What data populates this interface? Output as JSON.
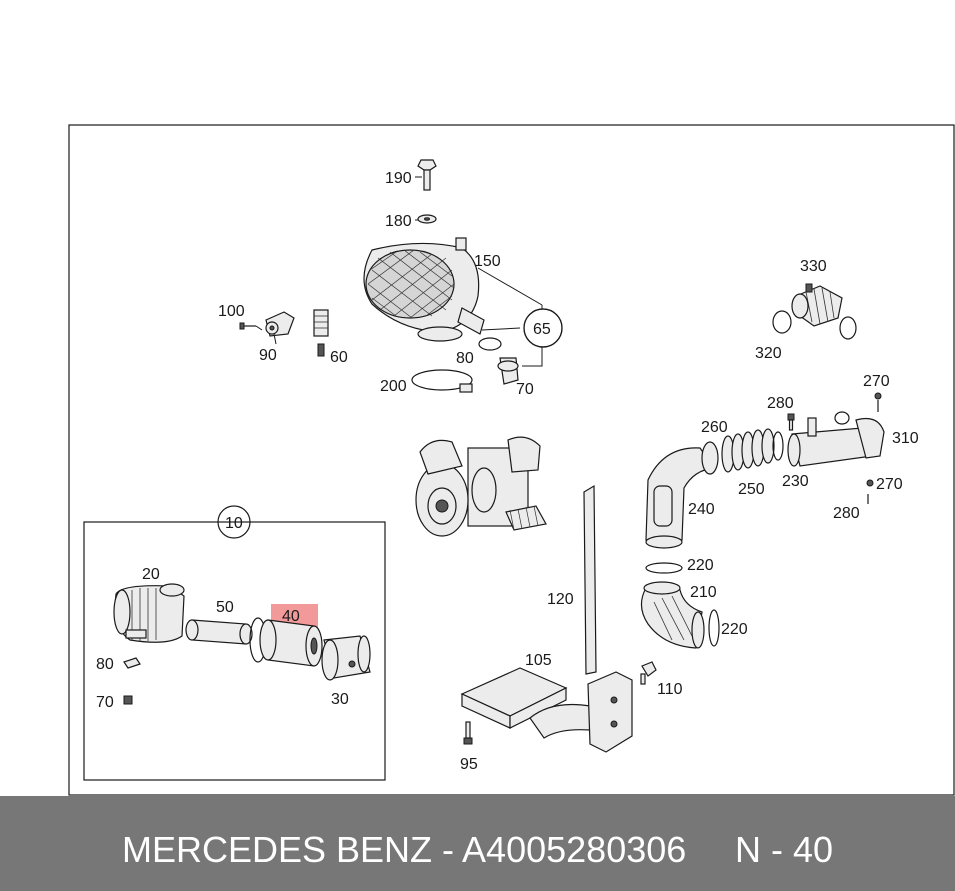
{
  "callouts": {
    "c190": "190",
    "c180": "180",
    "c150": "150",
    "c100": "100",
    "c90": "90",
    "c60": "60",
    "c65": "65",
    "c80a": "80",
    "c70a": "70",
    "c200": "200",
    "c330": "330",
    "c320": "320",
    "c270a": "270",
    "c280a": "280",
    "c260": "260",
    "c310": "310",
    "c250": "250",
    "c230": "230",
    "c270b": "270",
    "c280b": "280",
    "c240": "240",
    "c220a": "220",
    "c210": "210",
    "c220b": "220",
    "c120": "120",
    "c105": "105",
    "c110": "110",
    "c95": "95",
    "c10": "10",
    "c20": "20",
    "c50": "50",
    "c40": "40",
    "c80b": "80",
    "c70b": "70",
    "c30": "30"
  },
  "highlight_color": "#f29a9a",
  "footer": {
    "title": "MERCEDES BENZ - A4005280306",
    "position": "N - 40"
  }
}
